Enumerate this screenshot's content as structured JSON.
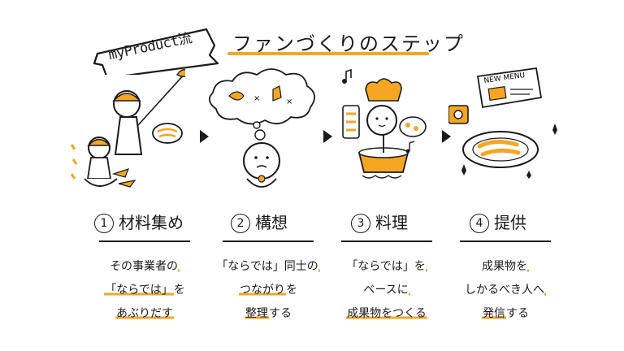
{
  "banner": {
    "text": "myProduct流"
  },
  "title": "ファンづくりのステップ",
  "colors": {
    "accent": "#f5a623",
    "ink": "#1a1a1a"
  },
  "steps": [
    {
      "number": "1",
      "label": "材料集め",
      "lines": [
        {
          "pre": "その事業者の",
          "hl": "",
          "post": ""
        },
        {
          "pre": "",
          "hl": "「ならでは」",
          "post": "を"
        },
        {
          "pre": "",
          "hl": "あぶりだす",
          "post": ""
        }
      ]
    },
    {
      "number": "2",
      "label": "構想",
      "lines": [
        {
          "pre": "「ならでは」同士の",
          "hl": "",
          "post": ""
        },
        {
          "pre": "",
          "hl": "つながり",
          "post": "を"
        },
        {
          "pre": "",
          "hl": "整理",
          "post": "する"
        }
      ]
    },
    {
      "number": "3",
      "label": "料理",
      "lines": [
        {
          "pre": "「ならでは」を",
          "hl": "",
          "post": ""
        },
        {
          "pre": "ベースに",
          "hl": "",
          "post": ""
        },
        {
          "pre": "",
          "hl": "成果物をつくる",
          "post": ""
        }
      ]
    },
    {
      "number": "4",
      "label": "提供",
      "lines": [
        {
          "pre": "成果物を",
          "hl": "",
          "post": ""
        },
        {
          "pre": "しかるべき人へ",
          "hl": "",
          "post": ""
        },
        {
          "pre": "",
          "hl": "発信",
          "post": "する"
        }
      ]
    }
  ],
  "illustration": {
    "menu_sign": "NEW MENU"
  }
}
